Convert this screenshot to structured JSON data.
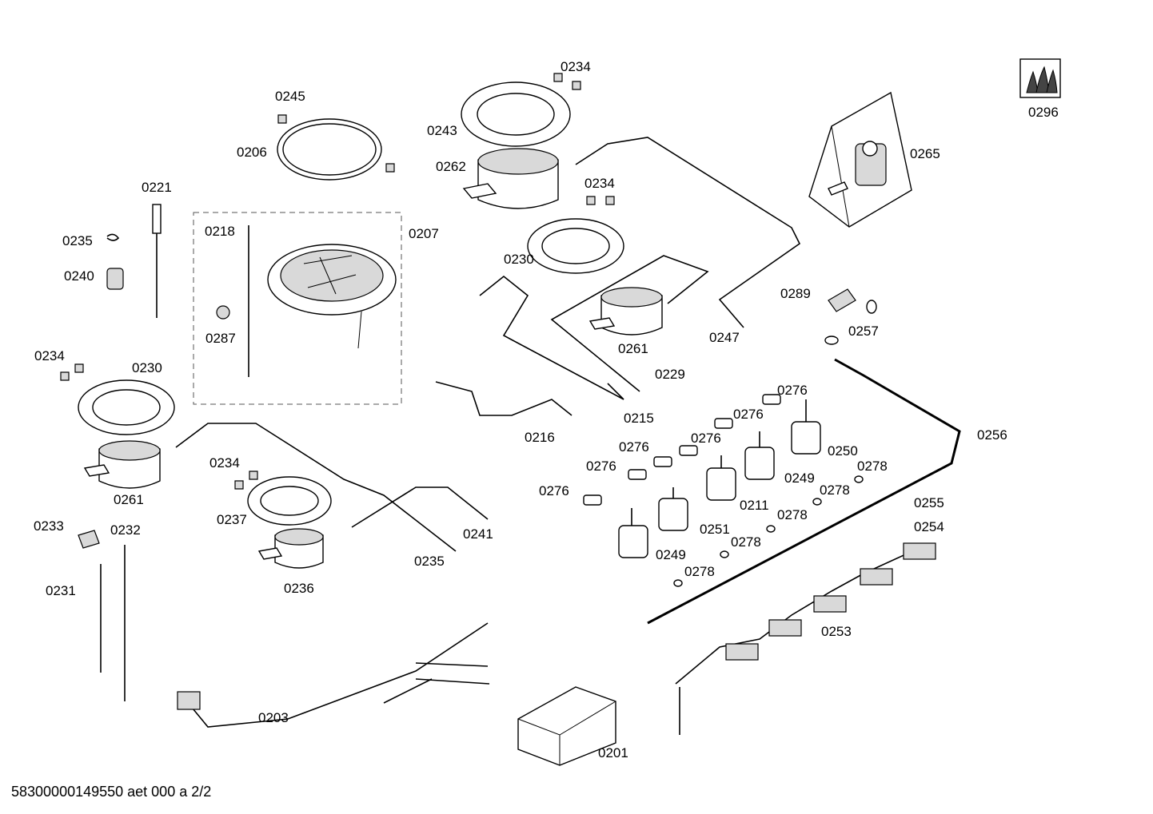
{
  "labels": {
    "l0234_a": "0234",
    "l0245": "0245",
    "l0206": "0206",
    "l0243": "0243",
    "l0262": "0262",
    "l0234_b": "0234",
    "l0296": "0296",
    "l0265": "0265",
    "l0221": "0221",
    "l0218": "0218",
    "l0207": "0207",
    "l0235_a": "0235",
    "l0240": "0240",
    "l0287": "0287",
    "l0230_a": "0230",
    "l0289": "0289",
    "l0261_a": "0261",
    "l0247": "0247",
    "l0257": "0257",
    "l0229": "0229",
    "l0234_c": "0234",
    "l0230_b": "0230",
    "l0215": "0215",
    "l0216": "0216",
    "l0276_a": "0276",
    "l0276_b": "0276",
    "l0276_c": "0276",
    "l0250": "0250",
    "l0256": "0256",
    "l0276_d": "0276",
    "l0276_e": "0276",
    "l0278_a": "0278",
    "l0249_a": "0249",
    "l0278_b": "0278",
    "l0234_d": "0234",
    "l0276_f": "0276",
    "l0211": "0211",
    "l0261_b": "0261",
    "l0237": "0237",
    "l0278_c": "0278",
    "l0255": "0255",
    "l0233": "0233",
    "l0232": "0232",
    "l0241": "0241",
    "l0251": "0251",
    "l0254": "0254",
    "l0278_d": "0278",
    "l0249_b": "0249",
    "l0235_b": "0235",
    "l0278_e": "0278",
    "l0231": "0231",
    "l0236": "0236",
    "l0253": "0253",
    "l0203": "0203",
    "l0201": "0201"
  },
  "footer": "58300000149550 aet 000 a 2/2"
}
